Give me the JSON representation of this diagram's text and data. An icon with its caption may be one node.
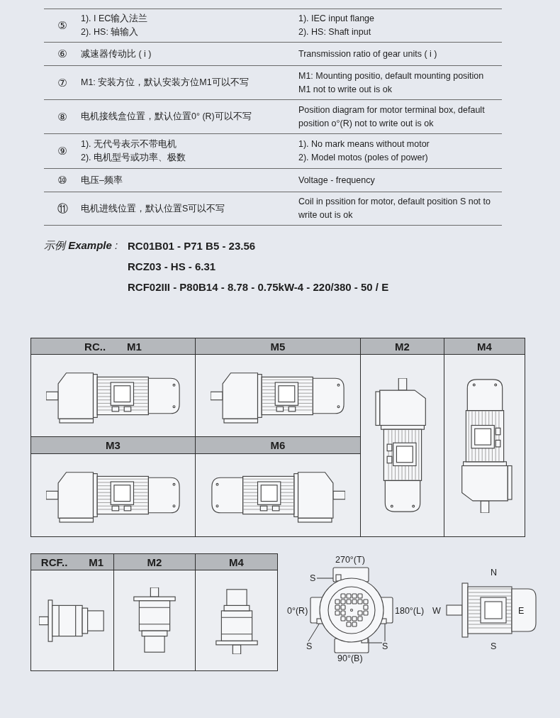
{
  "diagram": {
    "nodes": [
      {
        "text": [
          "S"
        ]
      },
      {
        "text": [
          "S"
        ]
      },
      {
        "text": [
          "S"
        ]
      }
    ],
    "edges": [
      {
        "from": 0,
        "to": null,
        "arrow": "none"
      },
      {
        "from": 1,
        "to": null,
        "arrow": "none"
      },
      {
        "from": 2,
        "to": null,
        "arrow": "none"
      },
      {
        "from": 2,
        "to": null,
        "arrow": "none"
      }
    ],
    "labels": [
      "⑤",
      "1). I EC输入法兰",
      "2). HS: 轴输入",
      "1). IEC  input flange",
      "2). HS: Shaft input",
      "⑥",
      "减速器传动比 ( i )",
      "Transmission ratio of gear units ( i )",
      "⑦",
      "M1: 安装方位，默认安装方位M1可以不写",
      "M1: Mounting positio, default mounting position M1 not to write out is ok",
      "⑧",
      "电机接线盒位置，默认位置0°  (R)可以不写",
      "Position diagram for motor terminal box, default position o°(R) not to write out is ok",
      "⑨",
      "1). 无代号表示不带电机",
      "2). 电机型号或功率、极数",
      "1). No mark means without motor",
      "2). Model motos (poles of power)",
      "⑩",
      "电压–频率",
      "Voltage - frequency",
      "⑪",
      "电机进线位置，默认位置S可以不写",
      "Coil in pssition for motor, default position S not to write out is ok",
      "示例 **Example** :",
      "RC01B01 - P71 B5 - 23.56",
      "RCZ03 - HS - 6.31",
      "RCF02III - P80B14 - 8.78 - 0.75kW-4 - 220/380 - 50 / E",
      "RC..",
      "M1",
      "M5",
      "M2",
      "M4",
      "M3",
      "M6",
      "RCF..",
      "M1",
      "M2",
      "M4",
      "270°(T)",
      "0°(R)",
      "180°(L)",
      "90°(B)",
      "N",
      "W",
      "E",
      "S"
    ]
  }
}
